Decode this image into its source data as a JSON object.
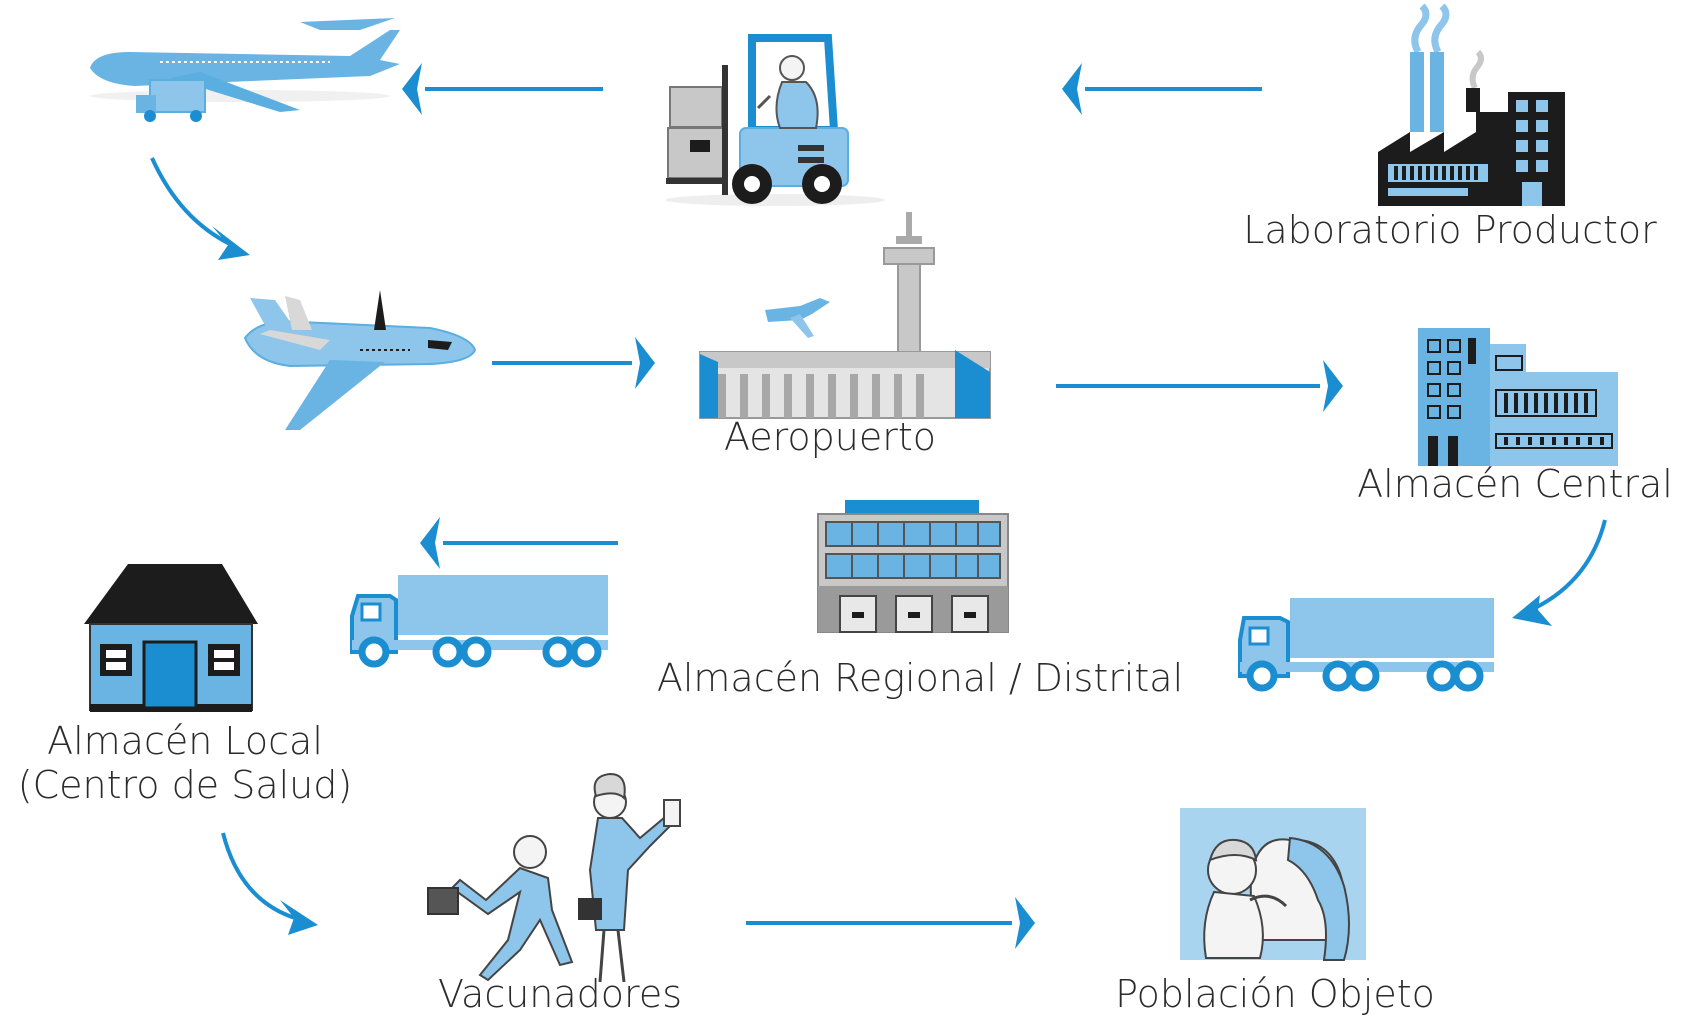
{
  "colors": {
    "accent": "#1a8ed1",
    "light_blue": "#8ec5ea",
    "mid_blue": "#5aaee0",
    "dark": "#1c1c1c",
    "gray": "#b8b8b8"
  },
  "nodes": {
    "laboratorio": "Laboratorio Productor",
    "aeropuerto": "Aeropuerto",
    "almacen_central": "Almacén Central",
    "almacen_regional": "Almacén Regional / Distrital",
    "almacen_local_1": "Almacén Local",
    "almacen_local_2": "(Centro de Salud)",
    "vacunadores": "Vacunadores",
    "poblacion": "Población Objeto"
  },
  "icons": [
    "factory-icon",
    "forklift-icon",
    "cargo-plane-icon",
    "jet-plane-icon",
    "airport-icon",
    "office-building-icon",
    "truck-icon",
    "regional-warehouse-icon",
    "house-icon",
    "vaccinators-icon",
    "mother-child-icon"
  ]
}
